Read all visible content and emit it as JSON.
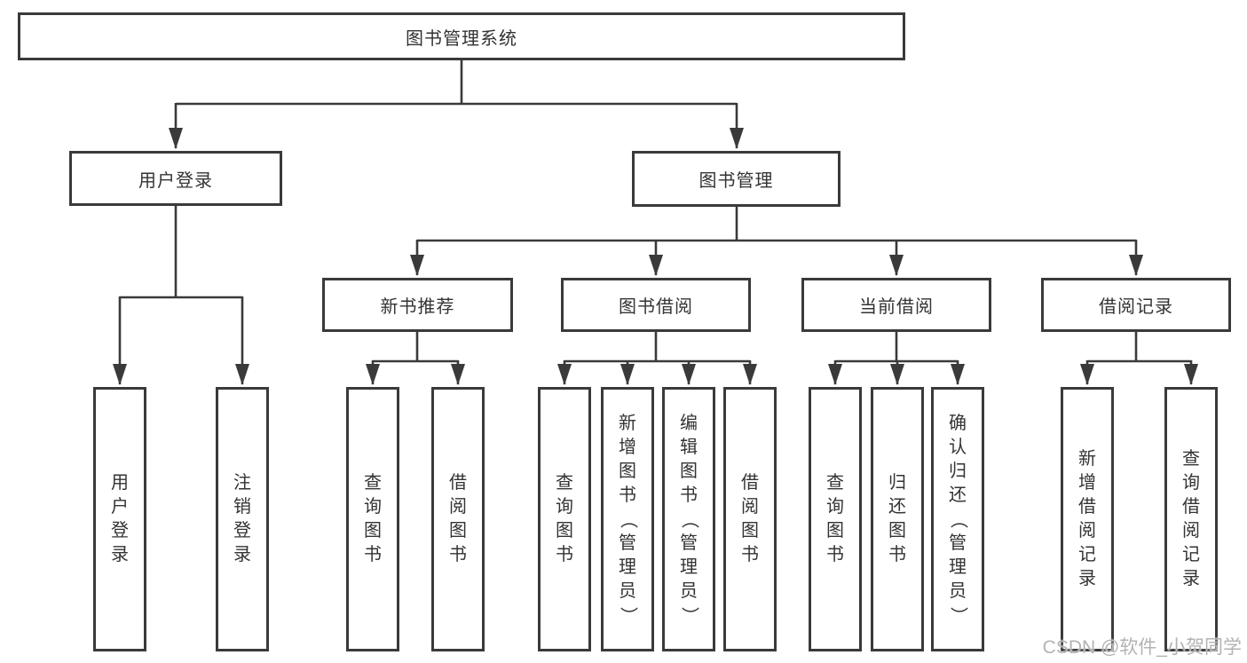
{
  "diagram": {
    "root": {
      "label": "图书管理系统"
    },
    "level2": [
      {
        "label": "用户登录"
      },
      {
        "label": "图书管理"
      }
    ],
    "level3": [
      {
        "label": "新书推荐"
      },
      {
        "label": "图书借阅"
      },
      {
        "label": "当前借阅"
      },
      {
        "label": "借阅记录"
      }
    ],
    "leaves": {
      "login": [
        "用户登录",
        "注销登录"
      ],
      "newbook": [
        "查询图书",
        "借阅图书"
      ],
      "borrow": [
        "查询图书",
        "新增图书（管理员）",
        "编辑图书（管理员）",
        "借阅图书"
      ],
      "current": [
        "查询图书",
        "归还图书",
        "确认归还（管理员）"
      ],
      "records": [
        "新增借阅记录",
        "查询借阅记录"
      ]
    }
  },
  "watermark": "CSDN @软件_小贺同学",
  "colors": {
    "line": "#3a3a3a",
    "text": "#333333",
    "watermark": "#b3b3b3",
    "background": "#ffffff"
  }
}
